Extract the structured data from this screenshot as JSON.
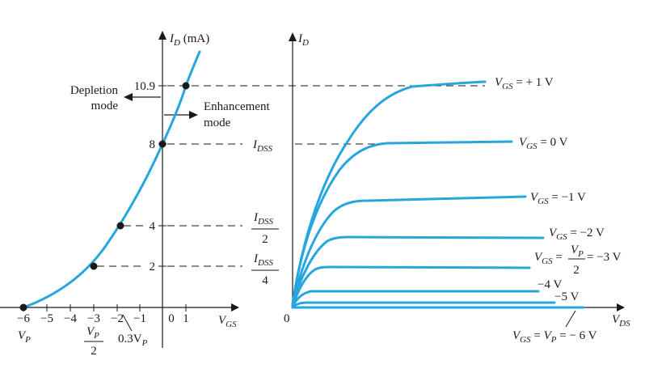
{
  "colors": {
    "curve": "#27a6de",
    "ink": "#1a1a1a",
    "background": "#ffffff"
  },
  "transfer": {
    "yaxis": "I",
    "yaxis_sub": "D",
    "yaxis_unit": " (mA)",
    "xaxis": "V",
    "xaxis_sub": "GS",
    "x_ticks": [
      "−6",
      "−5",
      "−4",
      "−3",
      "−2",
      "−1",
      "0",
      "1"
    ],
    "y_ticks": [
      "10.9",
      "8",
      "4",
      "2"
    ],
    "vp_label": "V",
    "vp_sub": "P",
    "vp2_num": "V",
    "vp2_sub": "P",
    "vp2_den": "2",
    "vp03_coef": "0.3V",
    "vp03_sub": "P",
    "depletion_line1": "Depletion",
    "depletion_line2": "mode",
    "enhancement_line1": "Enhancement",
    "enhancement_line2": "mode"
  },
  "mid_labels": {
    "idss": "I",
    "idss_sub": "DSS",
    "idss2_num": "I",
    "idss2_sub": "DSS",
    "idss2_den": "2",
    "idss4_num": "I",
    "idss4_sub": "DSS",
    "idss4_den": "4"
  },
  "drain": {
    "yaxis": "I",
    "yaxis_sub": "D",
    "xaxis": "V",
    "xaxis_sub": "DS",
    "origin": "0",
    "curves": [
      {
        "v": "V",
        "sub": "GS",
        "rest": " = + 1 V"
      },
      {
        "v": "V",
        "sub": "GS",
        "rest": " = 0 V"
      },
      {
        "v": "V",
        "sub": "GS",
        "rest": " = −1 V"
      },
      {
        "v": "V",
        "sub": "GS",
        "rest": " = −2  V"
      }
    ],
    "vp2_prefix": "V",
    "vp2_prefix_sub": "GS",
    "vp2_eq": " = ",
    "vp2_num": "V",
    "vp2_num_sub": "P",
    "vp2_den": "2",
    "vp2_rest": " = −3 V",
    "m4": "−4 V",
    "m5": "−5 V",
    "bottom_v": "V",
    "bottom_sub": "GS",
    "bottom_eq": " = ",
    "bottom_vp": "V",
    "bottom_vp_sub": "P",
    "bottom_rest": " = − 6 V"
  }
}
